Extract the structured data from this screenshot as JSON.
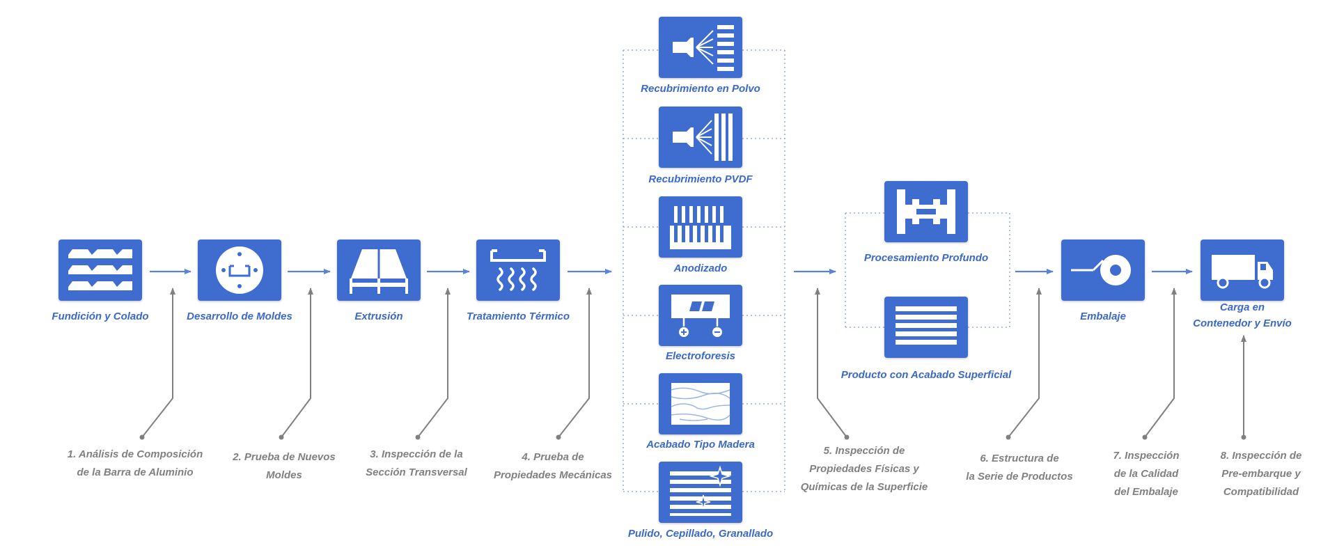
{
  "colors": {
    "box": "#3e6ccf",
    "label": "#3a68cc",
    "inspection": "#808080",
    "arrow": "#5b82d6",
    "dotted": "#7e9ee0"
  },
  "stages": [
    {
      "id": "casting",
      "label": "Fundición y Colado",
      "icon": "aluminum-bars-icon"
    },
    {
      "id": "molds",
      "label": "Desarrollo de Moldes",
      "icon": "mold-die-icon"
    },
    {
      "id": "extrusion",
      "label": "Extrusión",
      "icon": "extrusion-profile-icon"
    },
    {
      "id": "heat",
      "label": "Tratamiento Térmico",
      "icon": "heat-treatment-icon"
    },
    {
      "id": "deep",
      "label": "Procesamiento Profundo",
      "icon": "machining-icon"
    },
    {
      "id": "finished",
      "label": "Producto con Acabado Superficial",
      "icon": "finished-profiles-icon"
    },
    {
      "id": "packing",
      "label": "Embalaje",
      "icon": "wrapping-roll-icon"
    },
    {
      "id": "shipping",
      "label_lines": [
        "Carga en",
        "Contenedor y Envío"
      ],
      "icon": "truck-icon"
    }
  ],
  "finishes": [
    {
      "id": "powder",
      "label": "Recubrimiento en Polvo",
      "icon": "spray-gun-icon"
    },
    {
      "id": "pvdf",
      "label": "Recubrimiento PVDF",
      "icon": "spray-gun-icon"
    },
    {
      "id": "anodized",
      "label": "Anodizado",
      "icon": "anodizing-tank-icon"
    },
    {
      "id": "electro",
      "label": "Electroforesis",
      "icon": "electrophoresis-cell-icon"
    },
    {
      "id": "wood",
      "label": "Acabado Tipo Madera",
      "icon": "wood-grain-icon"
    },
    {
      "id": "polish",
      "label": "Pulido, Cepillado, Granallado",
      "icon": "polished-surface-icon"
    }
  ],
  "inspections": [
    {
      "lines": [
        "1. Análisis de Composición",
        "de la Barra de Aluminio"
      ]
    },
    {
      "lines": [
        "2. Prueba de Nuevos",
        "Moldes"
      ]
    },
    {
      "lines": [
        "3. Inspección de la",
        "Sección Transversal"
      ]
    },
    {
      "lines": [
        "4. Prueba de",
        "Propiedades Mecánicas"
      ]
    },
    {
      "lines": [
        "5. Inspección de",
        "Propiedades Físicas y",
        "Químicas de la Superficie"
      ]
    },
    {
      "lines": [
        "6. Estructura de",
        "la Serie de Productos"
      ]
    },
    {
      "lines": [
        "7. Inspección",
        "de la Calidad",
        "del Embalaje"
      ]
    },
    {
      "lines": [
        "8. Inspección de",
        "Pre-embarque y",
        "Compatibilidad"
      ]
    }
  ]
}
